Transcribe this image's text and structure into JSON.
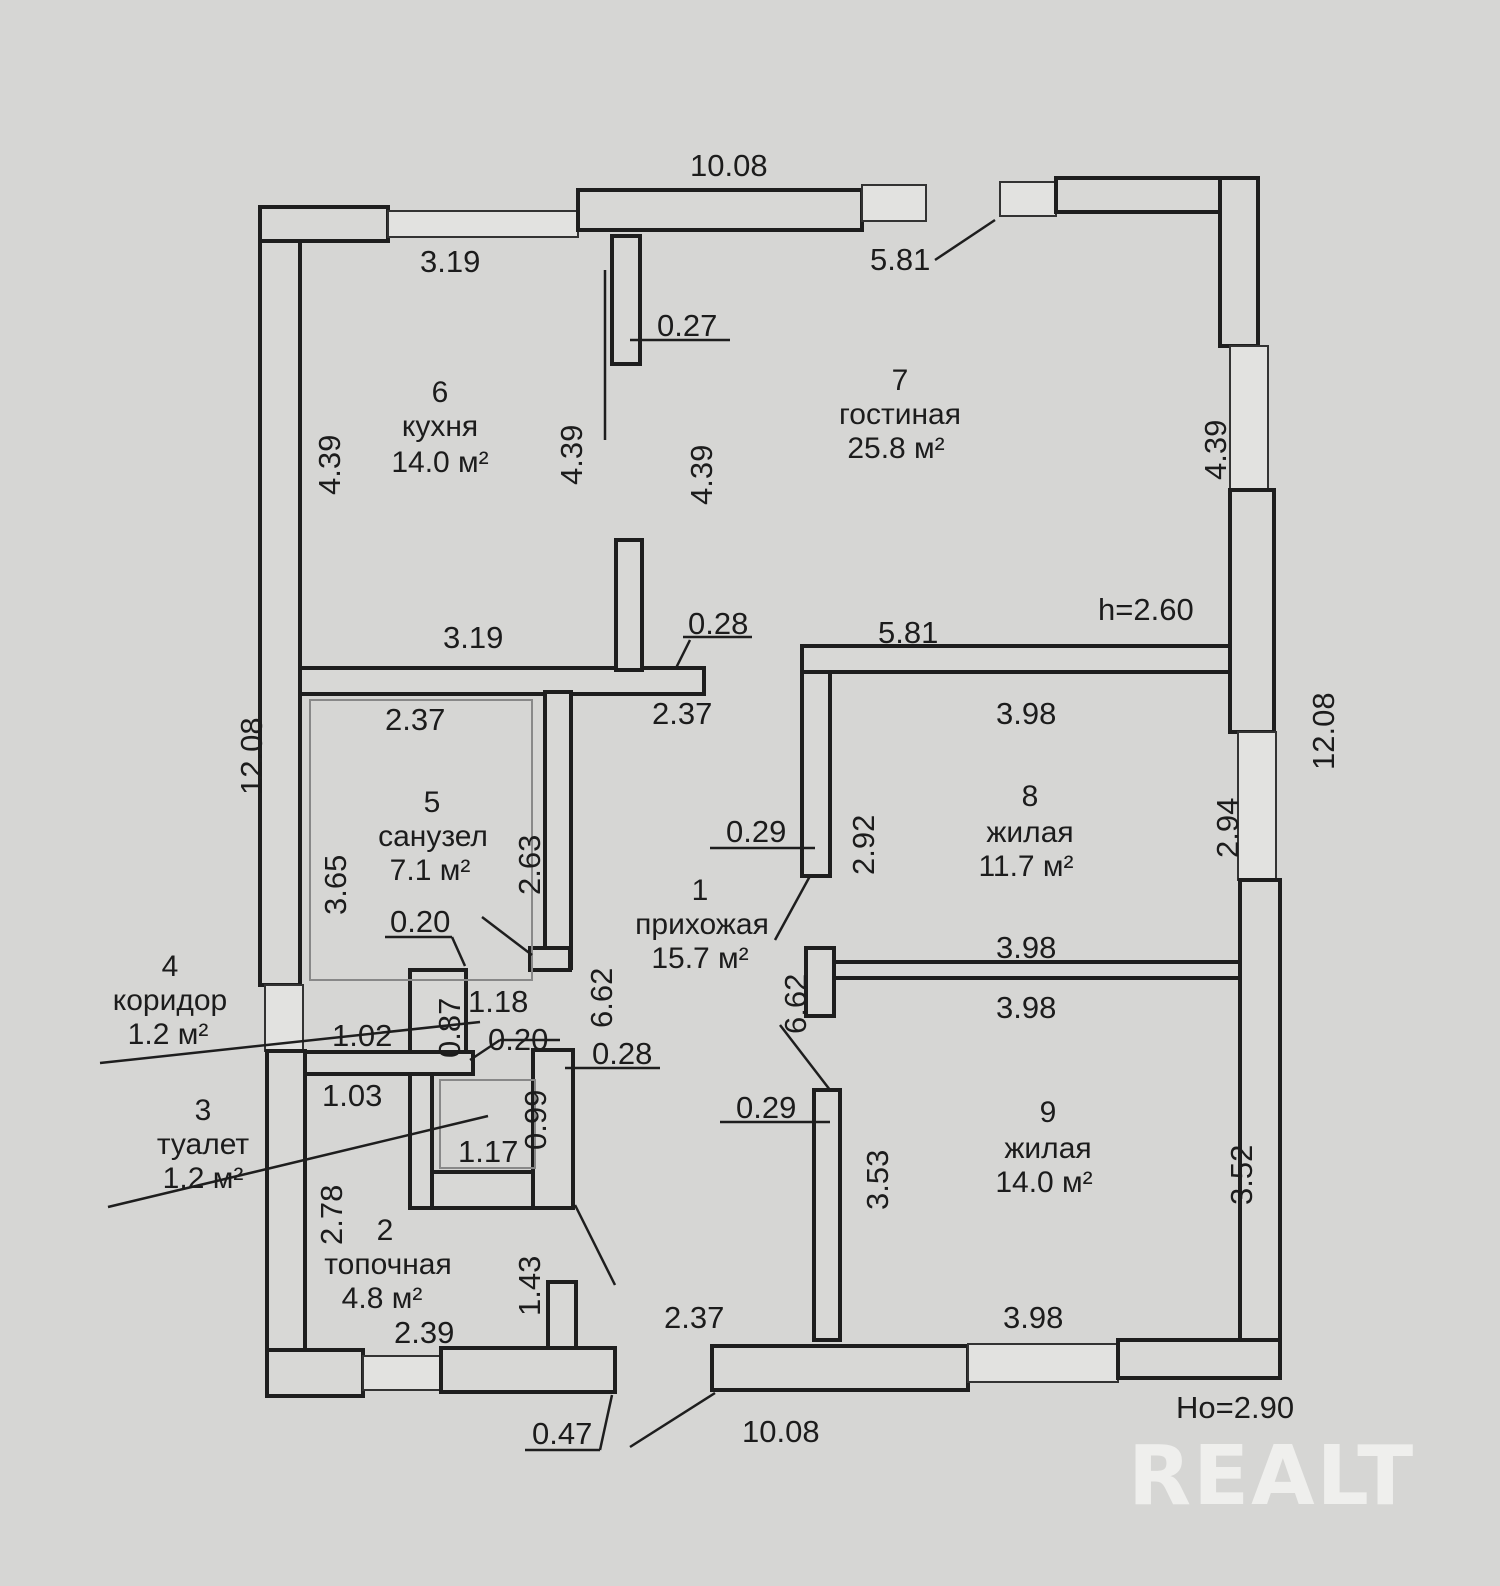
{
  "rooms": [
    {
      "num": "1",
      "name": "прихожая",
      "area": "15.7 м²"
    },
    {
      "num": "2",
      "name": "топочная",
      "area": "4.8 м²"
    },
    {
      "num": "3",
      "name": "туалет",
      "area": "1.2 м²"
    },
    {
      "num": "4",
      "name": "коридор",
      "area": "1.2 м²"
    },
    {
      "num": "5",
      "name": "санузел",
      "area": "7.1 м²"
    },
    {
      "num": "6",
      "name": "кухня",
      "area": "14.0 м²"
    },
    {
      "num": "7",
      "name": "гостиная",
      "area": "25.8 м²"
    },
    {
      "num": "8",
      "name": "жилая",
      "area": "11.7 м²"
    },
    {
      "num": "9",
      "name": "жилая",
      "area": "14.0 м²"
    }
  ],
  "dims": {
    "top_total": "10.08",
    "bottom_total": "10.08",
    "left_total": "12.08",
    "right_total": "12.08",
    "kitchen_top": "3.19",
    "kitchen_bottom": "3.19",
    "kitchen_left": "4.39",
    "kitchen_right": "4.39",
    "pillar": "0.27",
    "living_left": "4.39",
    "living_right": "4.39",
    "living_top": "5.81",
    "living_bottom": "5.81",
    "ceiling": "h=2.60",
    "tjoint": "0.28",
    "hall_top": "2.37",
    "bath_top": "2.37",
    "bath_left": "3.65",
    "bath_right": "2.63",
    "r8_top": "3.98",
    "r8_bottom": "3.98",
    "r8_left": "2.92",
    "r8_right": "2.94",
    "r8_wall": "0.29",
    "r9_top": "3.98",
    "r9_bottom": "3.98",
    "r9_left": "3.53",
    "r9_right": "3.52",
    "r9_wall": "0.29",
    "hall_len": "6.62",
    "hall_len2": "6.62",
    "cor_wall_a": "0.20",
    "cor_w": "1.18",
    "cor_h": "0.87",
    "cor_len": "1.02",
    "cor_wall_b": "0.20",
    "wc_wall": "0.28",
    "wc_top": "1.03",
    "wc_h": "0.99",
    "wc_w": "1.17",
    "boiler_left": "2.78",
    "boiler_bottom": "2.39",
    "boiler_pillar": "1.43",
    "boiler_wall": "0.47",
    "entry": "2.37",
    "outer_height": "Ho=2.90"
  },
  "watermark": "REALT"
}
